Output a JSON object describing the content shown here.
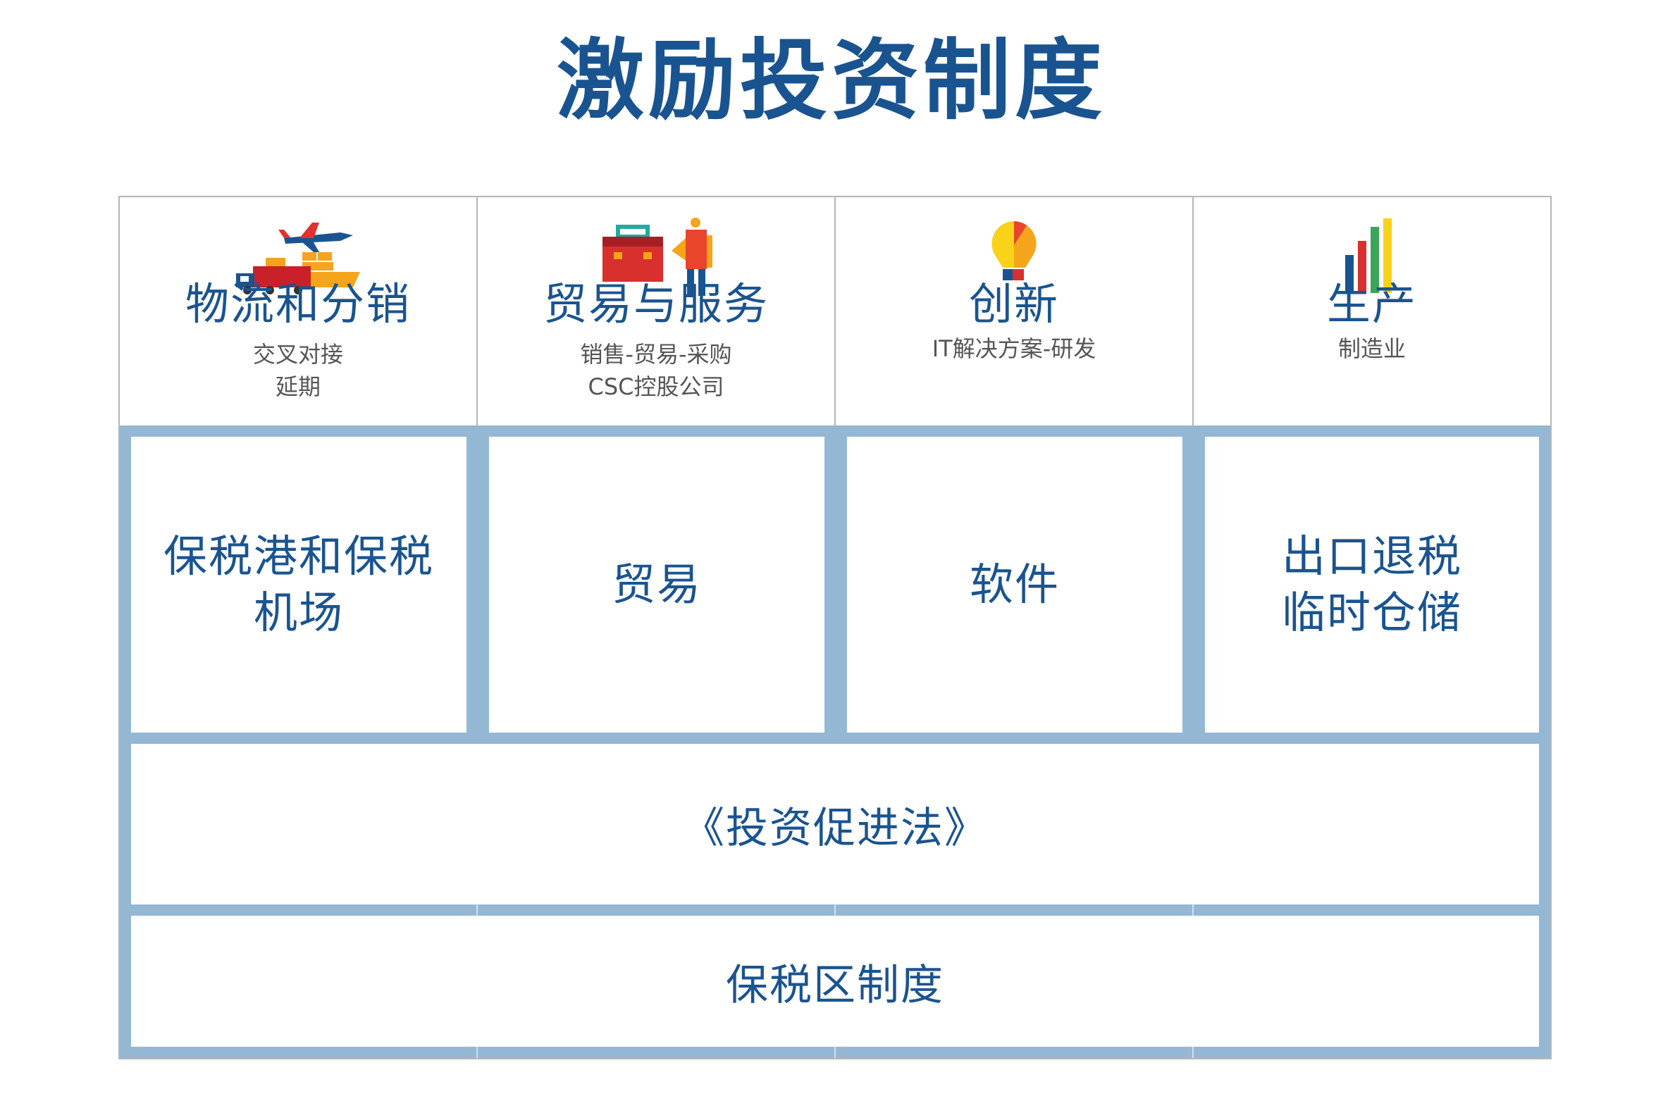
{
  "title": "激励投资制度",
  "headers": [
    {
      "title": "物流和分销",
      "sub1": "交叉对接",
      "sub2": "延期",
      "icon": "logistics-icon"
    },
    {
      "title": "贸易与服务",
      "sub1": "销售-贸易-采购",
      "sub2": "CSC控股公司",
      "icon": "trade-service-icon"
    },
    {
      "title": "创新",
      "sub1": "IT解决方案-研发",
      "sub2": "",
      "icon": "lightbulb-icon"
    },
    {
      "title": "生产",
      "sub1": "制造业",
      "sub2": "",
      "icon": "bar-chart-icon"
    }
  ],
  "pillars": [
    {
      "line1": "保税港和保税",
      "line2": "机场"
    },
    {
      "line1": "贸易",
      "line2": ""
    },
    {
      "line1": "软件",
      "line2": ""
    },
    {
      "line1": "出口退税",
      "line2": "临时仓储"
    }
  ],
  "law_label": "《投资促进法》",
  "zone_label": "保税区制度",
  "colors": {
    "title_blue": "#1a5490",
    "band_blue": "#94b8d4",
    "border_gray": "#b6b6b6"
  }
}
